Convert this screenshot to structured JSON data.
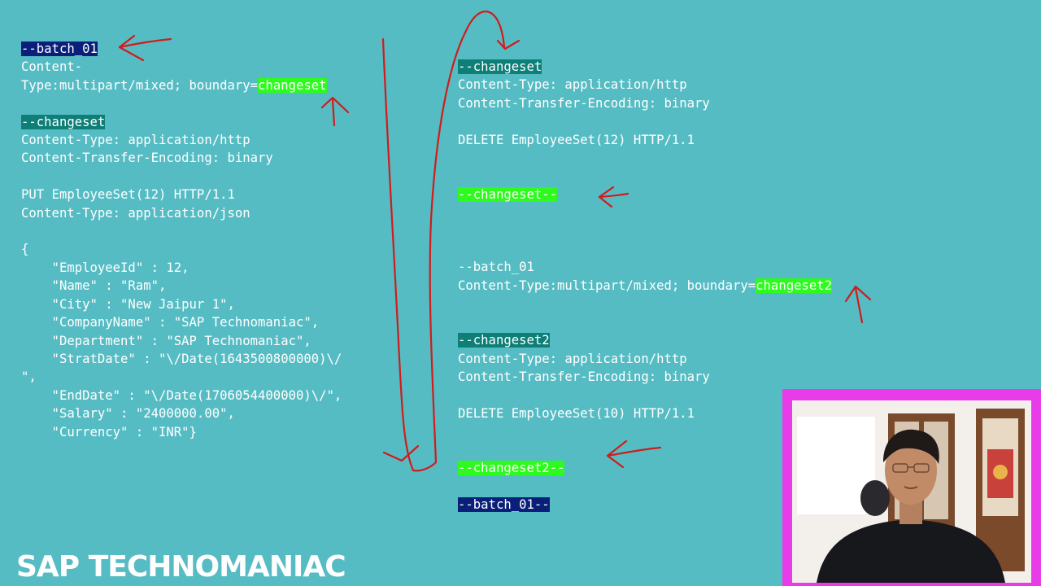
{
  "left_panel": {
    "batch_open": "--batch_01",
    "content_type_1a": "Content-",
    "content_type_1b_prefix": "Type:multipart/mixed; boundary=",
    "content_type_1b_boundary": "changeset",
    "changeset_marker": "--changeset",
    "header_content_type": "Content-Type: application/http",
    "header_transfer_encoding": "Content-Transfer-Encoding: binary",
    "request_line": "PUT EmployeeSet(12) HTTP/1.1",
    "request_content_type": "Content-Type: application/json",
    "json_lines": [
      "{",
      "    \"EmployeeId\" : 12,",
      "    \"Name\" : \"Ram\",",
      "    \"City\" : \"New Jaipur 1\",",
      "    \"CompanyName\" : \"SAP Technomaniac\",",
      "    \"Department\" : \"SAP Technomaniac\",",
      "    \"StratDate\" : \"\\/Date(1643500800000)\\/",
      "\",",
      "    \"EndDate\" : \"\\/Date(1706054400000)\\/\",",
      "    \"Salary\" : \"2400000.00\",",
      "    \"Currency\" : \"INR\"}"
    ]
  },
  "right_panel": {
    "changeset_marker": "--changeset",
    "header_content_type": "Content-Type: application/http",
    "header_transfer_encoding": "Content-Transfer-Encoding: binary",
    "request_line_1": "DELETE EmployeeSet(12) HTTP/1.1",
    "changeset_close": "--changeset--",
    "batch_marker": "--batch_01",
    "content_type_2_prefix": "Content-Type:multipart/mixed; boundary=",
    "content_type_2_boundary": "changeset2",
    "changeset2_marker": "--changeset2",
    "header_content_type_2": "Content-Type: application/http",
    "header_transfer_encoding_2": "Content-Transfer-Encoding: binary",
    "request_line_2": "DELETE EmployeeSet(10) HTTP/1.1",
    "changeset2_close": "--changeset2--",
    "batch_close": "--batch_01--"
  },
  "brand_text": "SAP TECHNOMANIAC",
  "colors": {
    "background": "#56bcc4",
    "highlight_navy": "#0a1f7a",
    "highlight_teal": "#0e7f77",
    "highlight_green": "#2dfb1d",
    "annotation_red": "#d01c1c",
    "webcam_frame": "#e83ce8"
  }
}
